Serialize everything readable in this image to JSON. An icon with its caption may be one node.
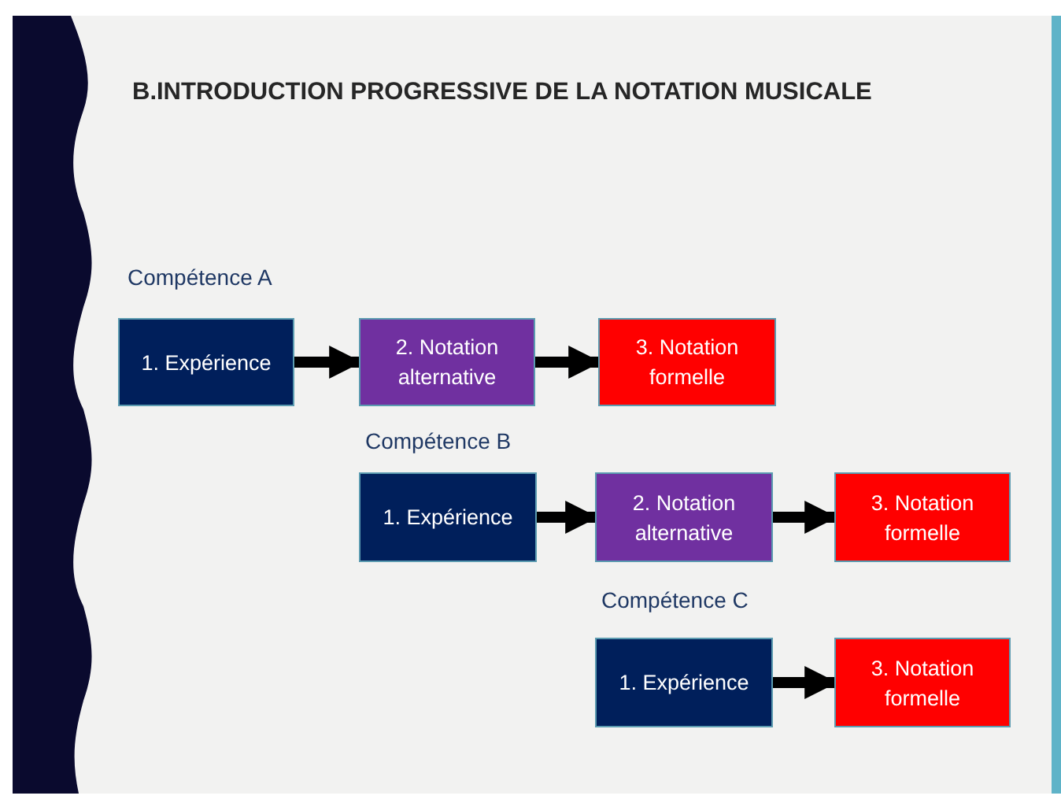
{
  "diagram": {
    "title": "B.INTRODUCTION PROGRESSIVE DE LA NOTATION MUSICALE",
    "nodes": [
      {
        "text": [
          "1. Expérience"
        ]
      },
      {
        "text": [
          "2. Notation alternative"
        ]
      },
      {
        "text": [
          "3. Notation formelle"
        ]
      },
      {
        "text": [
          "1. Expérience"
        ]
      },
      {
        "text": [
          "2. Notation alternative"
        ]
      },
      {
        "text": [
          "3. Notation formelle"
        ]
      },
      {
        "text": [
          "1. Expérience"
        ]
      },
      {
        "text": [
          "3. Notation formelle"
        ]
      }
    ],
    "edges": [
      {
        "from": 0,
        "to": 1,
        "arrow": "to"
      },
      {
        "from": 1,
        "to": 2,
        "arrow": "to"
      },
      {
        "from": 3,
        "to": 4,
        "arrow": "to"
      },
      {
        "from": 4,
        "to": 5,
        "arrow": "to"
      },
      {
        "from": 6,
        "to": 7,
        "arrow": "to"
      }
    ],
    "labels": [
      "Compétence A",
      "Compétence B",
      "Compétence C"
    ]
  }
}
